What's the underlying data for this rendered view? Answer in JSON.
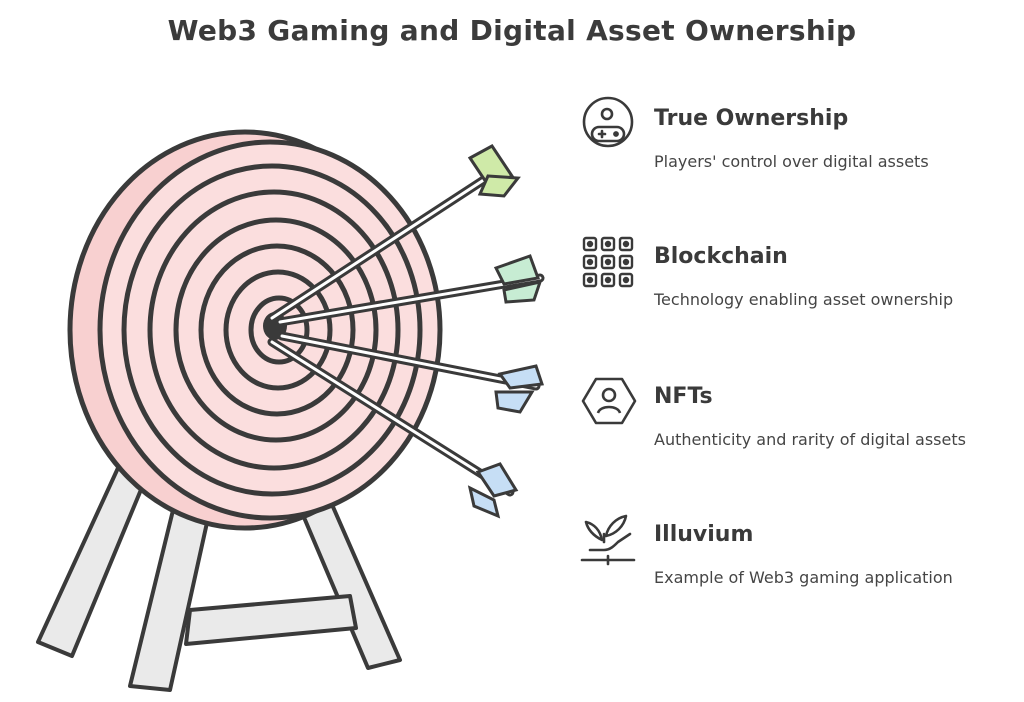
{
  "title": "Web3 Gaming and Digital Asset Ownership",
  "colors": {
    "target_fill": "#f9c9c9",
    "stroke": "#3a3a3a",
    "stand": "#e6e6e6",
    "fletch_green": "#cfeaa8",
    "fletch_mint": "#c7ecd3",
    "fletch_blue": "#c6def5"
  },
  "items": [
    {
      "icon": "gamer-controller-icon",
      "label": "True Ownership",
      "desc": "Players' control over digital assets"
    },
    {
      "icon": "blockchain-grid-icon",
      "label": "Blockchain",
      "desc": "Technology enabling asset ownership"
    },
    {
      "icon": "nft-user-hexagon-icon",
      "label": "NFTs",
      "desc": "Authenticity and rarity of digital assets"
    },
    {
      "icon": "sprout-hand-icon",
      "label": "Illuvium",
      "desc": "Example of Web3 gaming application"
    }
  ]
}
